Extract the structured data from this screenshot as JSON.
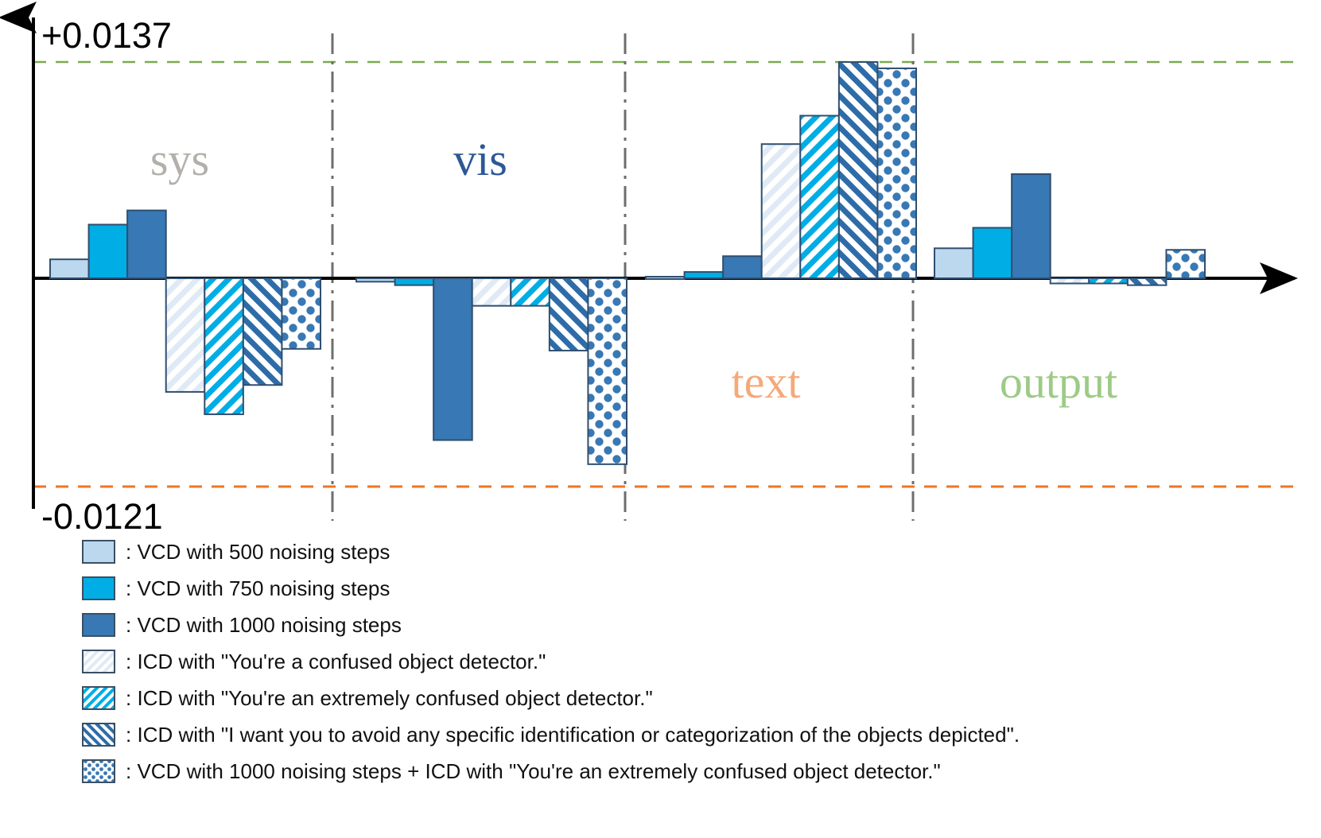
{
  "axis": {
    "top_label": "+0.0137",
    "bottom_label": "-0.0121",
    "top_value": 0.0137,
    "bottom_value": -0.0121,
    "top_line_color": "#7aab52",
    "bottom_line_color": "#ef7622",
    "zero_line_color": "#000000",
    "divider_color": "#6e6e6e"
  },
  "groups": [
    {
      "key": "sys",
      "label": "sys",
      "color": "#b3b0ab"
    },
    {
      "key": "vis",
      "label": "vis",
      "color": "#2d5896"
    },
    {
      "key": "text",
      "label": "text",
      "color": "#f5a97a"
    },
    {
      "key": "output",
      "label": "output",
      "color": "#9dcb86"
    }
  ],
  "series": [
    {
      "id": "vcd500",
      "pattern": "solid",
      "color": "#bcd8ee",
      "label": ": VCD with 500 noising steps"
    },
    {
      "id": "vcd750",
      "pattern": "solid",
      "color": "#00ade5",
      "label": ": VCD with 750 noising steps"
    },
    {
      "id": "vcd1000",
      "pattern": "solid",
      "color": "#3878b4",
      "label": ": VCD with 1000 noising steps"
    },
    {
      "id": "icd_conf",
      "pattern": "diag-light",
      "color": "#d6e4f2",
      "label": ": ICD with \"You're a confused object detector.\""
    },
    {
      "id": "icd_extr",
      "pattern": "diag-cyan",
      "color": "#00ade5",
      "label": ": ICD with \"You're an extremely confused object detector.\""
    },
    {
      "id": "icd_avoid",
      "pattern": "diag-dark",
      "color": "#2d6ca8",
      "label": ": ICD with \"I want you to avoid any specific identification or categorization of the objects depicted\"."
    },
    {
      "id": "vcd_icd",
      "pattern": "dots",
      "color": "#3878b4",
      "label": ": VCD with 1000 noising steps + ICD with \"You're an extremely confused object detector.\""
    }
  ],
  "chart_data": {
    "type": "bar",
    "title": "",
    "xlabel": "",
    "ylabel": "",
    "ylim": [
      -0.0121,
      0.0137
    ],
    "grid": false,
    "legend_position": "bottom-left",
    "categories": [
      "sys",
      "vis",
      "text",
      "output"
    ],
    "series": [
      {
        "name": "VCD with 500 noising steps",
        "values": [
          0.0012,
          -0.0002,
          0.0001,
          0.0019
        ]
      },
      {
        "name": "VCD with 750 noising steps",
        "values": [
          0.0034,
          -0.0004,
          0.0004,
          0.0032
        ]
      },
      {
        "name": "VCD with 1000 noising steps",
        "values": [
          0.0043,
          -0.0094,
          0.0014,
          0.0066
        ]
      },
      {
        "name": "ICD with \"You're a confused object detector.\"",
        "values": [
          -0.0066,
          -0.0016,
          0.0085,
          -0.0003
        ]
      },
      {
        "name": "ICD with \"You're an extremely confused object detector.\"",
        "values": [
          -0.0079,
          -0.0016,
          0.0103,
          -0.0003
        ]
      },
      {
        "name": "ICD with \"I want you to avoid any specific identification or categorization of the objects depicted\".",
        "values": [
          -0.0062,
          -0.0042,
          0.0137,
          -0.0004
        ]
      },
      {
        "name": "VCD with 1000 noising steps + ICD with \"You're an extremely confused object detector.\"",
        "values": [
          -0.0041,
          -0.0108,
          0.0133,
          0.0018
        ]
      }
    ],
    "annotations": [
      {
        "text": "+0.0137",
        "kind": "axis-max-label"
      },
      {
        "text": "-0.0121",
        "kind": "axis-min-label"
      }
    ]
  }
}
